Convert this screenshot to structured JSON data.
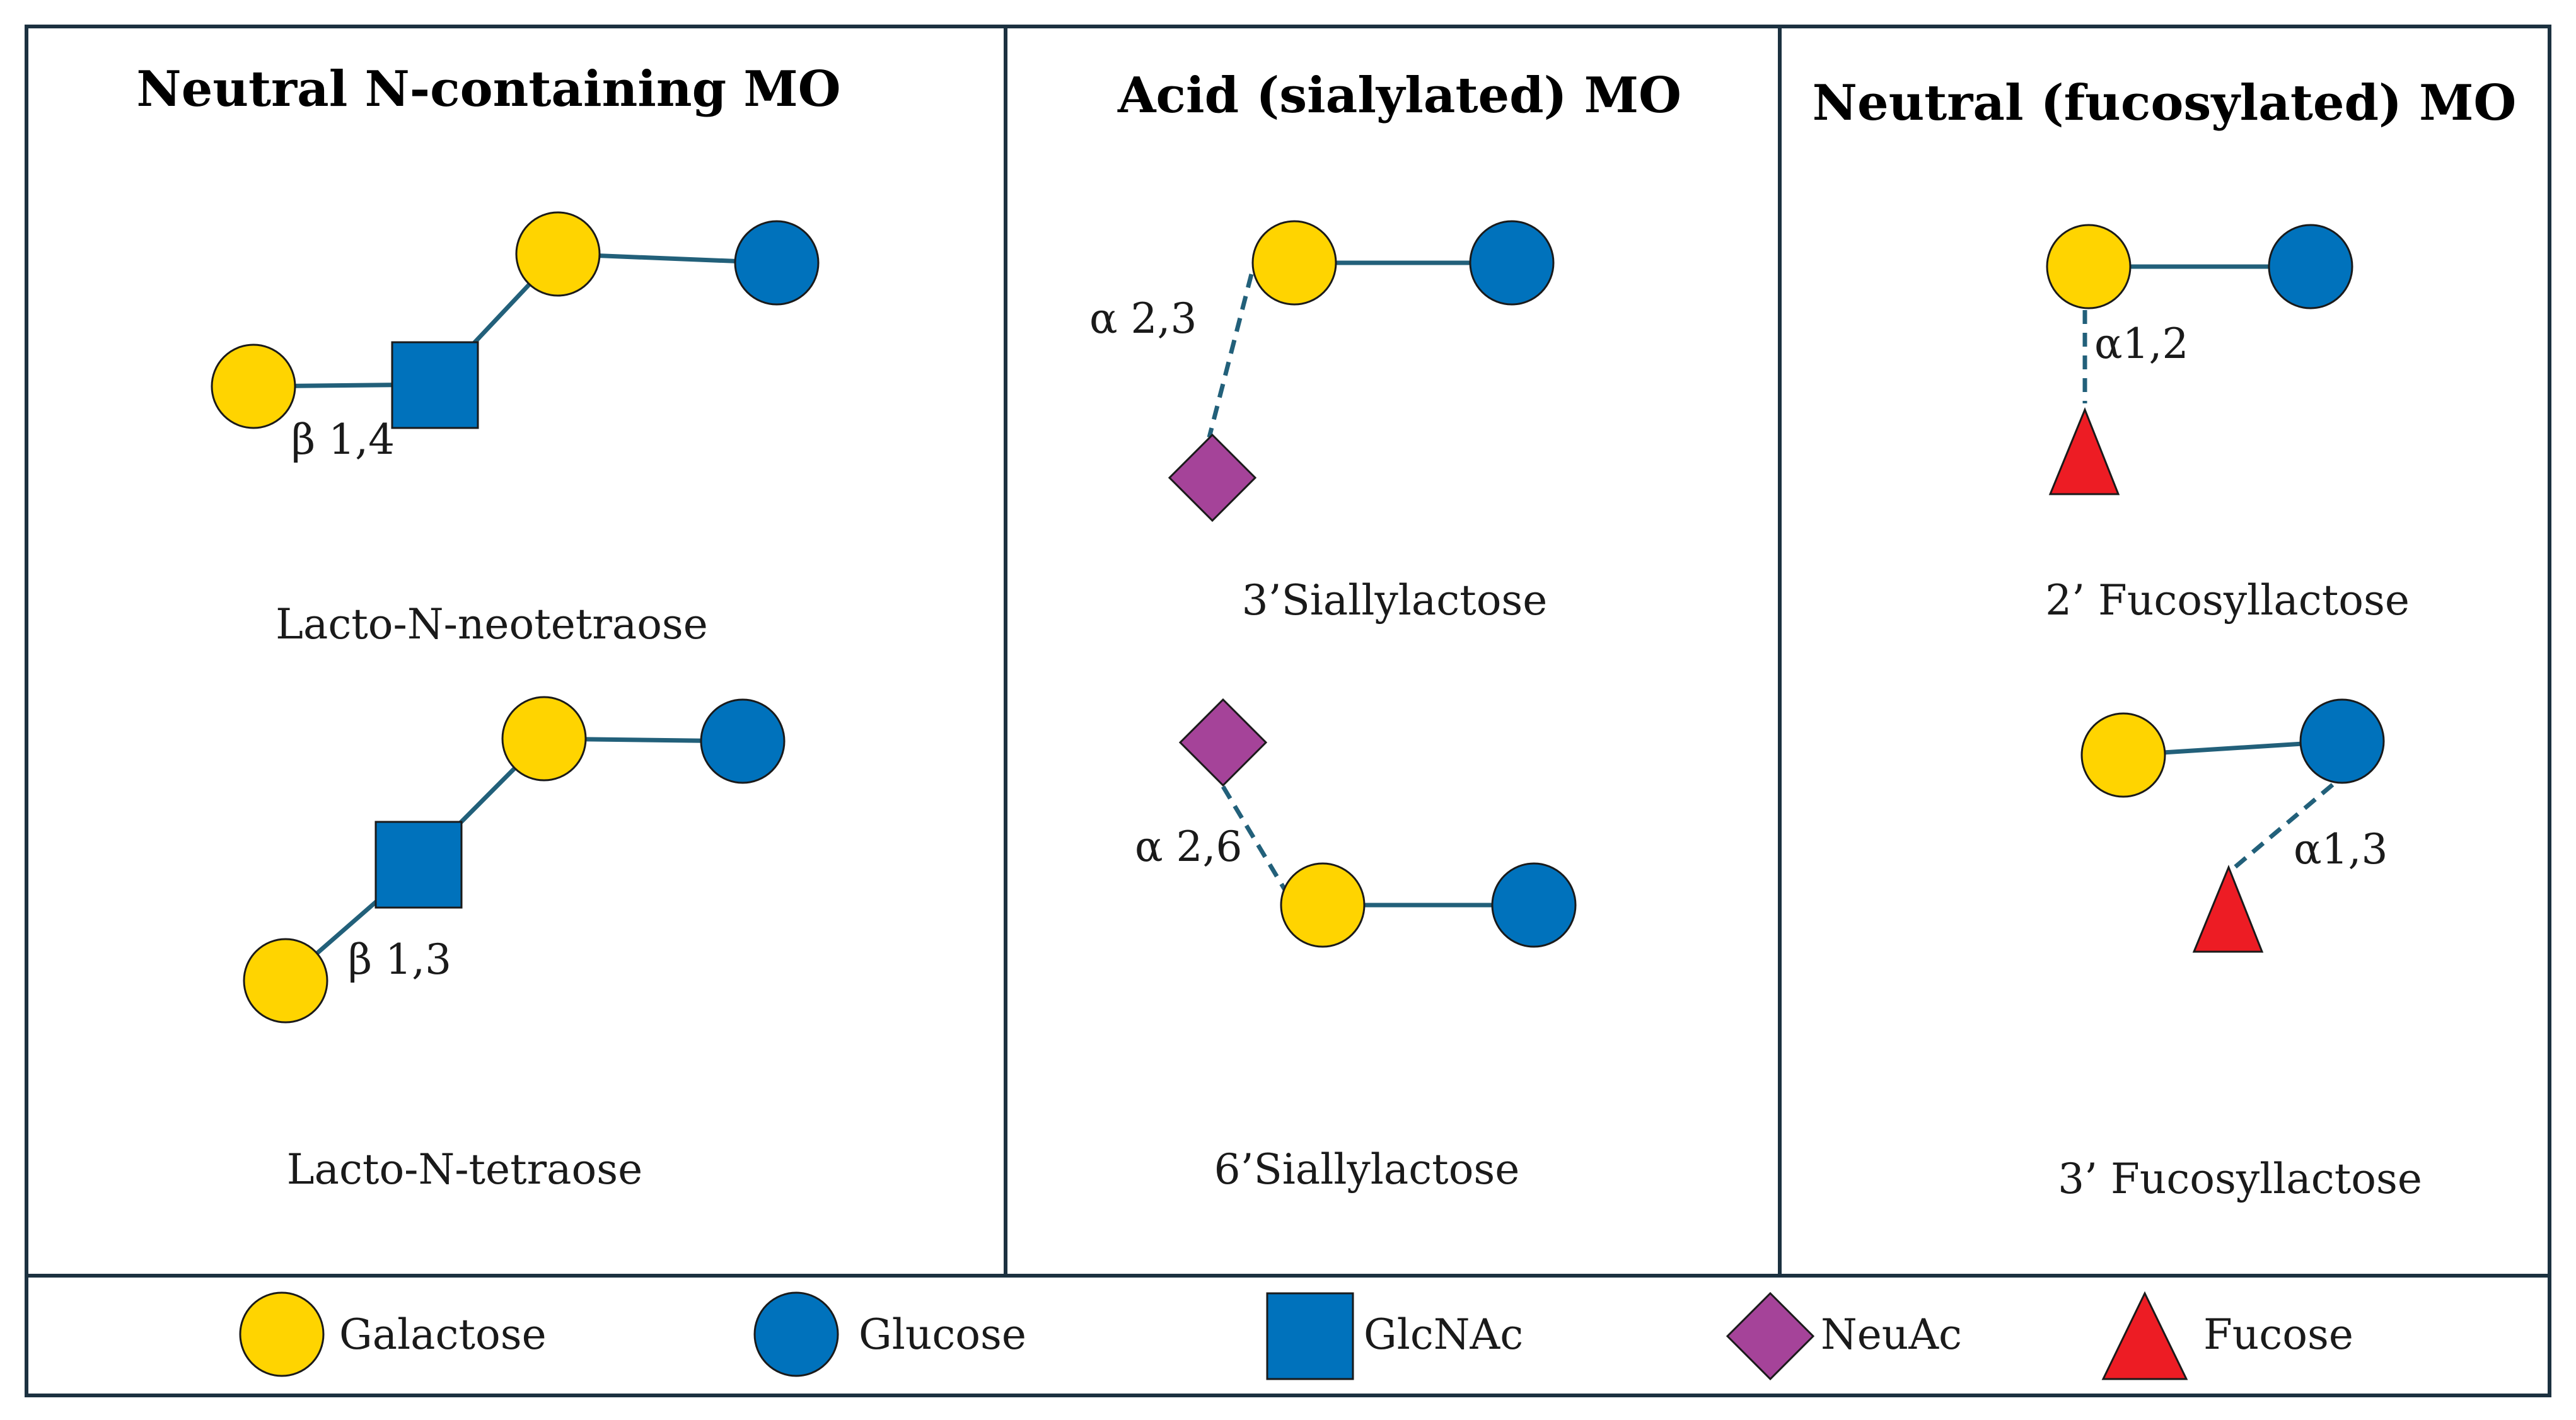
{
  "colors": {
    "galactose": "#FFD400",
    "glucose": "#0072BC",
    "glcnac": "#0072BC",
    "neuac": "#A54399",
    "fucose": "#ED1C24",
    "frame": "#1C3140",
    "bond": "#22607A"
  },
  "panels": {
    "neutral_n": {
      "title": "Neutral N-containing MO",
      "lnnt": {
        "name": "Lacto-N-neotetraose",
        "link": "β 1,4"
      },
      "lnt": {
        "name": "Lacto-N-tetraose",
        "link": "β 1,3"
      }
    },
    "acid": {
      "title": "Acid (sialylated) MO",
      "sl3": {
        "name": "3’Siallylactose",
        "link": "α 2,3"
      },
      "sl6": {
        "name": "6’Siallylactose",
        "link": "α 2,6"
      }
    },
    "fucosylated": {
      "title": "Neutral (fucosylated) MO",
      "fl2": {
        "name": "2’ Fucosyllactose",
        "link": "α1,2"
      },
      "fl3": {
        "name": "3’ Fucosyllactose",
        "link": "α1,3"
      }
    }
  },
  "legend": {
    "galactose": "Galactose",
    "glucose": "Glucose",
    "glcnac": "GlcNAc",
    "neuac": "NeuAc",
    "fucose": "Fucose"
  }
}
